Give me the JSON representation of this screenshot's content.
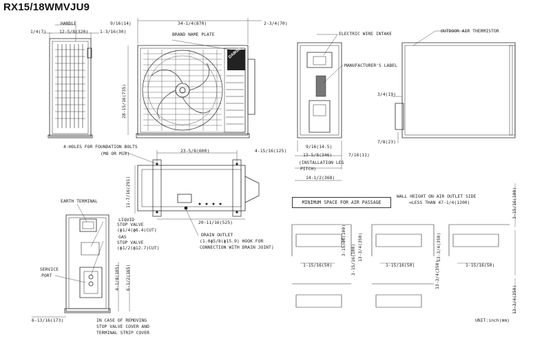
{
  "model": "RX15/18WMVJU9",
  "brand": "DAIKIN",
  "labels": {
    "handle": "HANDLE",
    "brand_name_plate": "BRAND NAME PLATE",
    "electric_wire_intake": "ELECTRIC WIRE INTAKE",
    "outdoor_air_thermistor": "OUTDOOR AIR THERMISTOR",
    "manufacturers_label": "MANUFACTURER'S LABEL",
    "foundation_bolts": "4-HOLES FOR FOUNDATION BOLTS",
    "foundation_bolts_size": "(M8 OR M10)",
    "earth_terminal": "EARTH TERMINAL",
    "liquid_stop_valve_1": "LIQUID",
    "liquid_stop_valve_2": "STOP VALVE",
    "liquid_stop_valve_3": "(ϕ1/4(ϕ6.4)CUT)",
    "gas_stop_valve_1": "GAS",
    "gas_stop_valve_2": "STOP VALVE",
    "gas_stop_valve_3": "(ϕ1/2(ϕ12.7)CUT)",
    "service_port_1": "SERVICE",
    "service_port_2": "PORT",
    "drain_outlet_1": "DRAIN OUTLET",
    "drain_outlet_2": "(1.0ϕ5/8(ϕ15.9) HOOK FOR",
    "drain_outlet_3": "CONNECTION WITH DRAIN JOINT)",
    "removing_cover_1": "IN CASE OF REMOVING",
    "removing_cover_2": "STOP VALVE COVER AND",
    "removing_cover_3": "TERMINAL STRIP COVER",
    "installation_leg_pitch_1": "(INSTALLATION LEG",
    "installation_leg_pitch_2": "PITCH)",
    "min_space": "MINIMUM SPACE FOR AIR PASSAGE",
    "wall_height_1": "WALL HEIGHT ON AIR OUTLET SIDE",
    "wall_height_2": "=LESS THAN 47-1/4(1200)",
    "unit": "UNIT:inch(mm)"
  },
  "dimensions": {
    "d_1_4_7": "1/4(7)",
    "d_12_5_8": "12-5/8(320)",
    "d_1_3_16": "1-3/16(30)",
    "d_9_16_14": "9/16(14)",
    "d_34_1_4": "34-1/4(870)",
    "d_2_3_4": "2-3/4(70)",
    "d_28_15_16": "28-15/16(735)",
    "d_3_4_19": "3/4(19)",
    "d_7_8_23": "7/8(23)",
    "d_9_16_14_5": "9/16(14.5)",
    "d_13_5_8": "13-5/8(346)",
    "d_7_16_11": "7/16(11)",
    "d_14_1_2": "14-1/2(368)",
    "d_23_5_8": "23-5/8(600)",
    "d_4_15_16": "4-15/16(125)",
    "d_11_7_16": "11-7/16(291)",
    "d_20_11_16": "20-11/16(525)",
    "d_4_1_8": "4-1/8(105)",
    "d_6_1_2": "6-1/2(165)",
    "d_6_13_16": "6-13/16(173)",
    "d_3_15_16_100a": "3-15/16(100)",
    "d_3_15_16_100b": "3-15/16(100)",
    "d_3_15_16_100c": "3-15/16(100)",
    "d_1_15_16_50a": "1-15/16(50)",
    "d_1_15_16_50b": "1-15/16(50)",
    "d_1_15_16_50c": "1-15/16(50)",
    "d_13_3_4_350a": "13-3/4(350)",
    "d_13_3_4_350b": "13-3/4(350)",
    "d_13_3_4_350c": "13-3/4(350)",
    "d_13_3_4_350d": "13-3/4(350)"
  }
}
